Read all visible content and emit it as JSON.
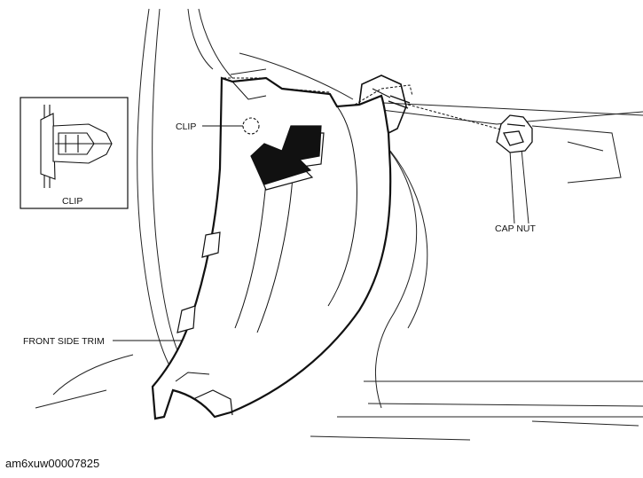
{
  "diagram": {
    "labels": {
      "inset_clip": "CLIP",
      "clip": "CLIP",
      "cap_nut": "CAP NUT",
      "front_side_trim": "FRONT SIDE TRIM"
    },
    "document_id": "am6xuw00007825"
  }
}
